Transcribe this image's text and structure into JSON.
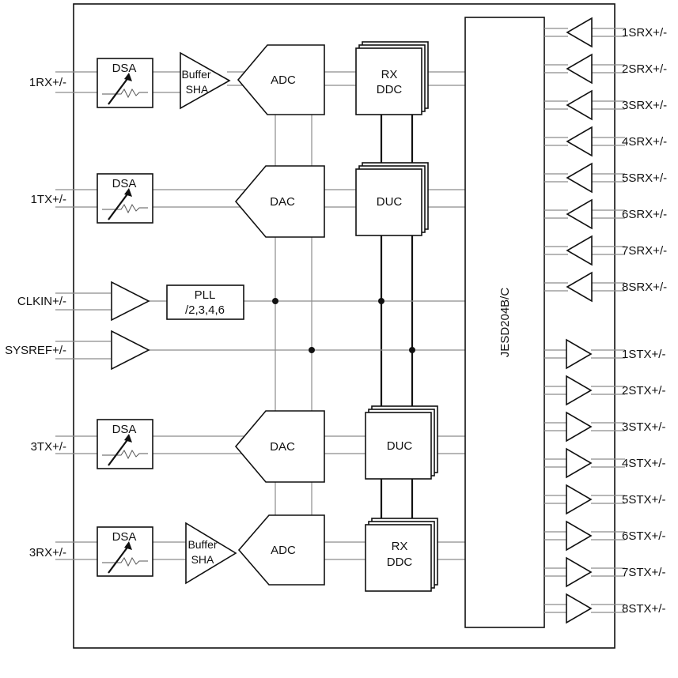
{
  "left_pins": {
    "rx1": "1RX+/-",
    "tx1": "1TX+/-",
    "clkin": "CLKIN+/-",
    "sysref": "SYSREF+/-",
    "tx3": "3TX+/-",
    "rx3": "3RX+/-"
  },
  "blocks": {
    "dsa": "DSA",
    "buffer": "Buffer",
    "sha": "SHA",
    "adc": "ADC",
    "dac": "DAC",
    "rx": "RX",
    "ddc": "DDC",
    "duc": "DUC",
    "pll": "PLL",
    "pll_div": "/2,3,4,6",
    "jesd": "JESD204B/C"
  },
  "right_pins": {
    "srx": [
      "1SRX+/-",
      "2SRX+/-",
      "3SRX+/-",
      "4SRX+/-",
      "5SRX+/-",
      "6SRX+/-",
      "7SRX+/-",
      "8SRX+/-"
    ],
    "stx": [
      "1STX+/-",
      "2STX+/-",
      "3STX+/-",
      "4STX+/-",
      "5STX+/-",
      "6STX+/-",
      "7STX+/-",
      "8STX+/-"
    ]
  }
}
